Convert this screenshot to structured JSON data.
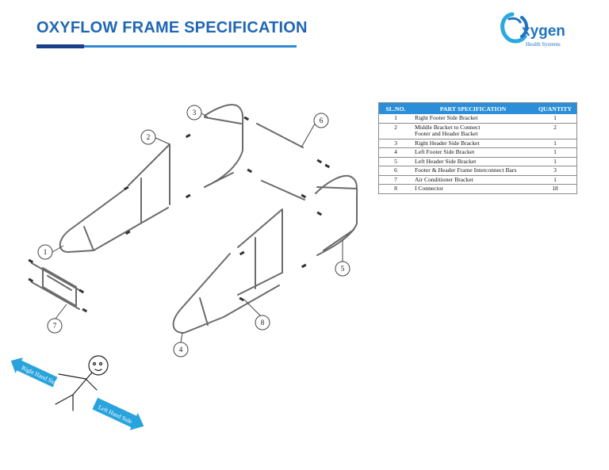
{
  "header": {
    "title": "OXYFLOW FRAME SPECIFICATION"
  },
  "logo": {
    "word": "xygen",
    "subtitle": "Health Systems",
    "colors": {
      "primary": "#1f73bf",
      "accent": "#2aa9e0"
    }
  },
  "table": {
    "headers": {
      "slno": "SL.NO.",
      "part": "PART SPECIFICATION",
      "qty": "QUANTITY"
    },
    "rows": [
      {
        "no": "1",
        "part": "Right Footer Side Bracket",
        "qty": "1"
      },
      {
        "no": "2",
        "part": "Middle Bracket to Connect Footer and Header Backet",
        "qty": "2"
      },
      {
        "no": "3",
        "part": "Right Header Side Bracket",
        "qty": "1"
      },
      {
        "no": "4",
        "part": "Left Footer Side Bracket",
        "qty": "1"
      },
      {
        "no": "5",
        "part": "Left Header Side Bracket",
        "qty": "1"
      },
      {
        "no": "6",
        "part": "Footer & Header Frame Interconnect Bars",
        "qty": "3"
      },
      {
        "no": "7",
        "part": "Air Conditioner Bracket",
        "qty": "1"
      },
      {
        "no": "8",
        "part": "I Connector",
        "qty": "18"
      }
    ]
  },
  "diagram": {
    "callouts": [
      "1",
      "2",
      "3",
      "4",
      "5",
      "6",
      "7",
      "8"
    ],
    "right_hand_label": "Right Hand Side",
    "left_hand_label": "Left Hand Side",
    "colors": {
      "frame": "#6b6b6b",
      "arrow": "#29a3dc",
      "header_bar": "#2a8fd8"
    }
  }
}
